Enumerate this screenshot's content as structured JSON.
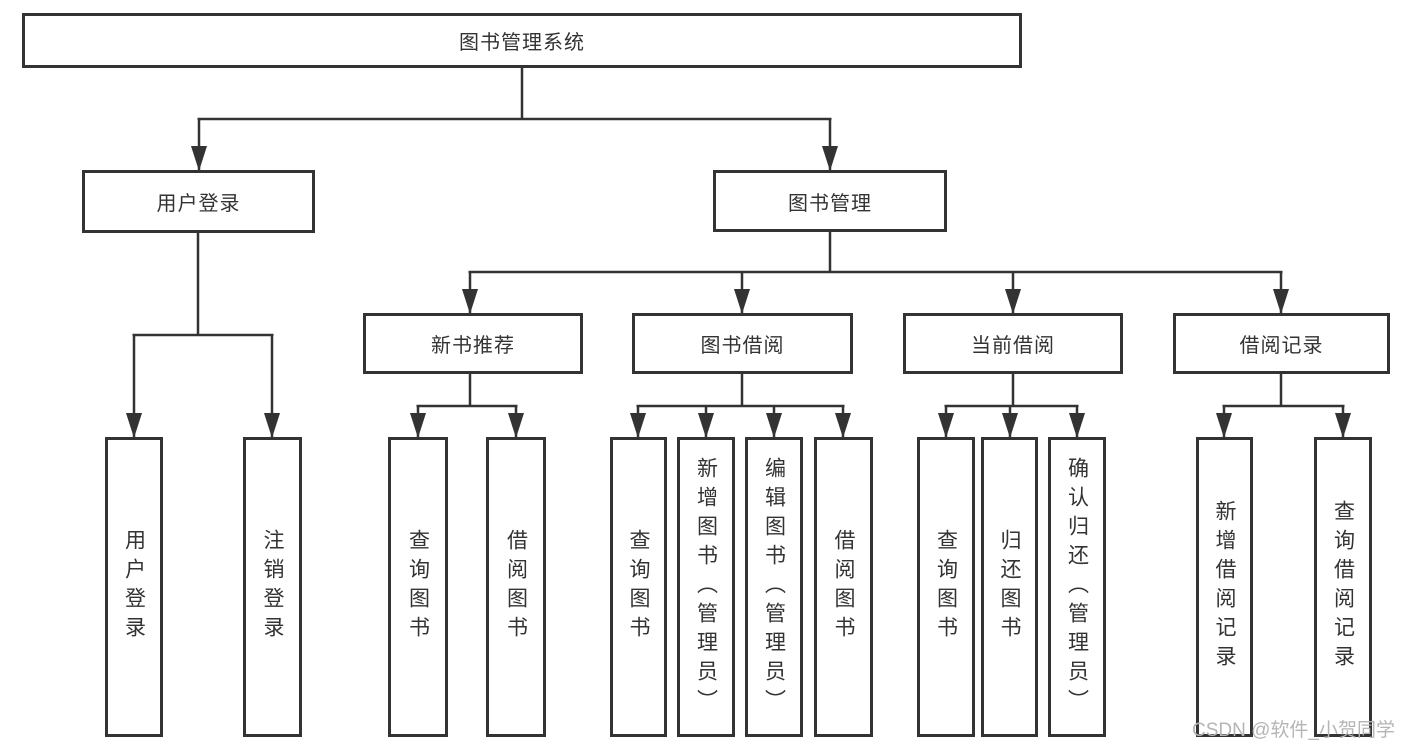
{
  "tree": {
    "label": "图书管理系统",
    "children": [
      {
        "label": "用户登录",
        "children": [
          {
            "label": "用户登录"
          },
          {
            "label": "注销登录"
          }
        ]
      },
      {
        "label": "图书管理",
        "children": [
          {
            "label": "新书推荐",
            "children": [
              {
                "label": "查询图书"
              },
              {
                "label": "借阅图书"
              }
            ]
          },
          {
            "label": "图书借阅",
            "children": [
              {
                "label": "查询图书"
              },
              {
                "label": "新增图书（管理员）"
              },
              {
                "label": "编辑图书（管理员）"
              },
              {
                "label": "借阅图书"
              }
            ]
          },
          {
            "label": "当前借阅",
            "children": [
              {
                "label": "查询图书"
              },
              {
                "label": "归还图书"
              },
              {
                "label": "确认归还（管理员）"
              }
            ]
          },
          {
            "label": "借阅记录",
            "children": [
              {
                "label": "新增借阅记录"
              },
              {
                "label": "查询借阅记录"
              }
            ]
          }
        ]
      }
    ]
  },
  "watermark": "CSDN @软件_小贺同学",
  "colors": {
    "line": "#333333",
    "box_border": "#333333",
    "text": "#333333",
    "watermark": "#b5b5b5",
    "background": "#ffffff"
  }
}
